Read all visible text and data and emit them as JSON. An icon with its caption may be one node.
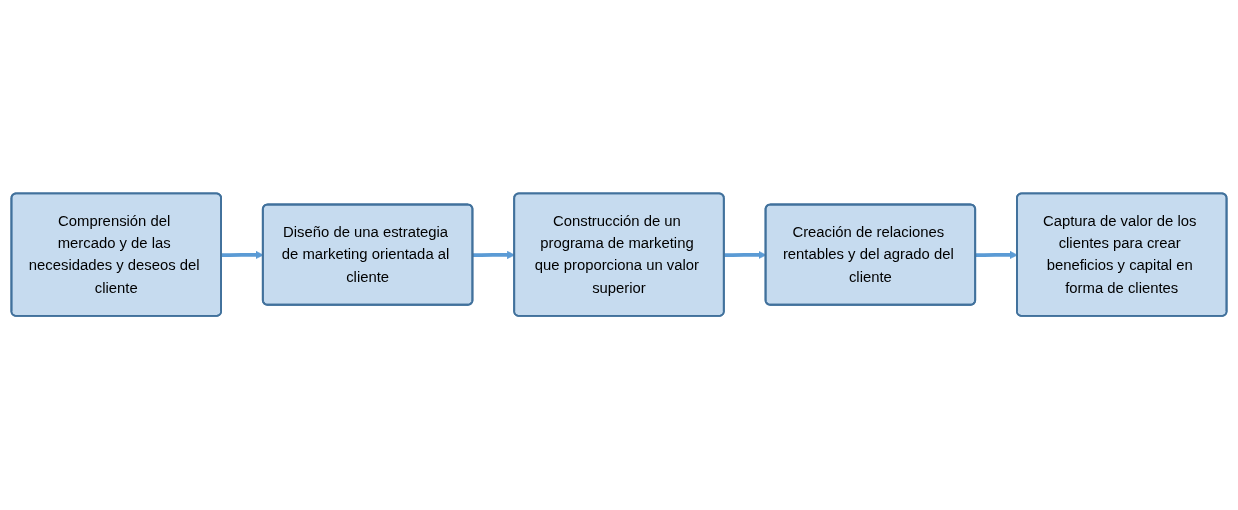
{
  "diagram": {
    "nodes": [
      {
        "text": [
          "Comprensión del mercado y de las necesidades y deseos del cliente"
        ]
      },
      {
        "text": [
          "Diseño de una estrategia de marketing orientada al cliente"
        ]
      },
      {
        "text": [
          "Construcción de un programa de marketing que proporciona un valor superior"
        ]
      },
      {
        "text": [
          "Creación de relaciones rentables y del agrado del cliente"
        ]
      },
      {
        "text": [
          "Captura de valor de los clientes para crear beneficios y capital en forma de clientes"
        ]
      }
    ],
    "edges": [
      {
        "from": 0,
        "to": 1,
        "arrow": "to"
      },
      {
        "from": 1,
        "to": 2,
        "arrow": "to"
      },
      {
        "from": 2,
        "to": 3,
        "arrow": "to"
      },
      {
        "from": 3,
        "to": 4,
        "arrow": "to"
      }
    ]
  }
}
